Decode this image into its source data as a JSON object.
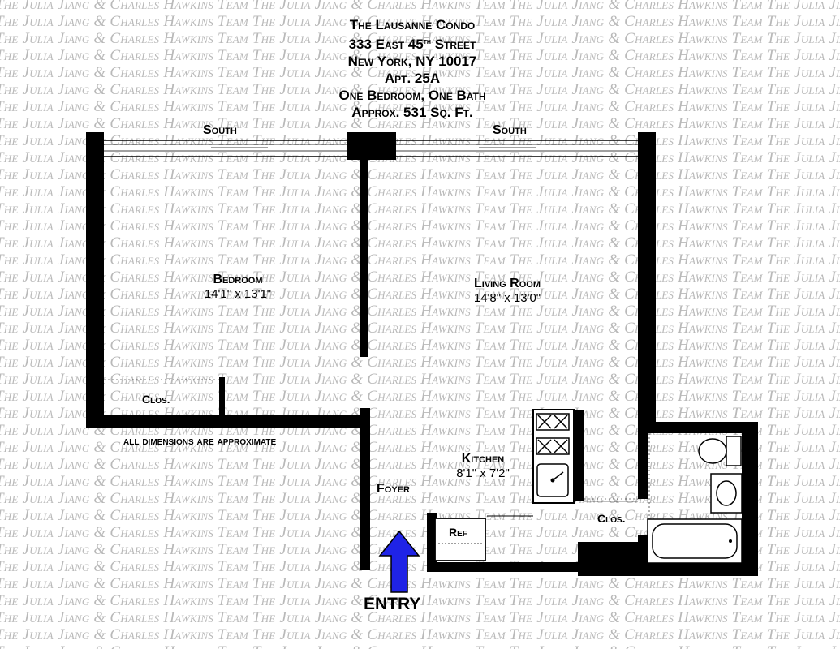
{
  "watermark": {
    "text": "The Julia Jiang & Charles Hawkins Team"
  },
  "header": {
    "building": "The Lausanne Condo",
    "street_number": "333 East 45",
    "street_suffix": "th",
    "street_name": " Street",
    "city": "New York, NY 10017",
    "apartment": "Apt. 25A",
    "layout": "One Bedroom, One Bath",
    "area": "Approx. 531 Sq. Ft."
  },
  "exposures": {
    "left": "South",
    "right": "South"
  },
  "rooms": {
    "bedroom": {
      "name": "Bedroom",
      "dims": "14'1\"  x  13'1\""
    },
    "living_room": {
      "name": "Living Room",
      "dims": "14'8\"  x  13'0\""
    },
    "kitchen": {
      "name": "Kitchen",
      "dims": "8'1\"  x  7'2\""
    },
    "foyer": {
      "name": "Foyer"
    },
    "bedroom_closet": {
      "name": "Clos."
    },
    "hall_closet": {
      "name": "Clos."
    },
    "refrigerator": {
      "name": "Ref"
    }
  },
  "note": "all dimensions are approximate",
  "entry": {
    "label": "ENTRY",
    "arrow_color": "#1f23e6"
  },
  "colors": {
    "wall": "#000000",
    "watermark": "#b9b9b9",
    "arrow": "#1f23e6"
  }
}
